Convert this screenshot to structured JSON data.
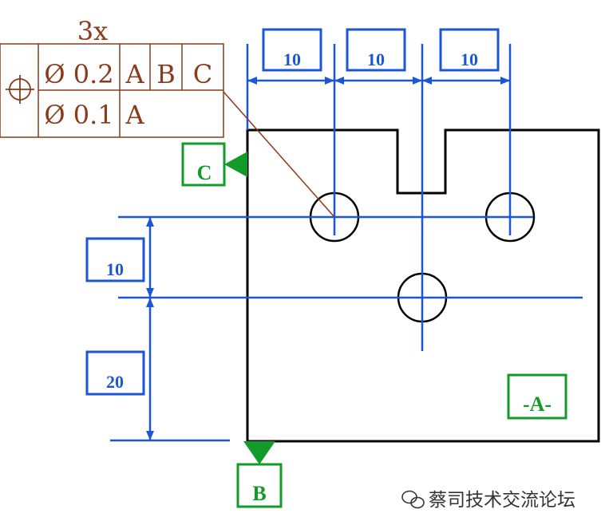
{
  "colors": {
    "part_outline": "#000000",
    "dimension": "#1A56D6",
    "datum": "#119C2A",
    "feature_control_frame": "#8B3A1A",
    "background": "#ffffff"
  },
  "feature_control_frame": {
    "count_label": "3x",
    "symbol_icon": "position-icon",
    "row1": {
      "tolerance": "Ø 0.2",
      "datum1": "A",
      "datum2": "B",
      "datum3": "C"
    },
    "row2": {
      "tolerance": "Ø 0.1",
      "datum1": "A"
    }
  },
  "dimensions": {
    "horizontal": [
      "10",
      "10",
      "10"
    ],
    "vertical": [
      "10",
      "20"
    ]
  },
  "datums": {
    "a": "-A-",
    "b": "B",
    "c": "C"
  },
  "watermark": {
    "icon": "wechat-icon",
    "text": "蔡司技术交流论坛"
  }
}
